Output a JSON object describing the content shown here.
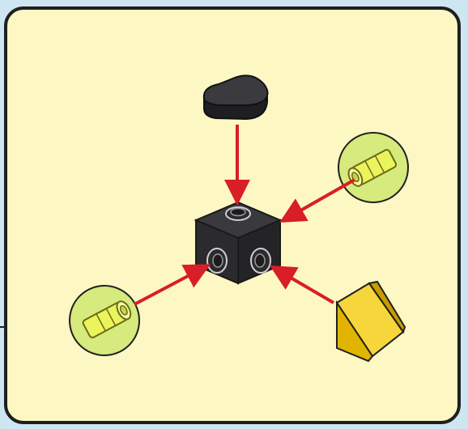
{
  "diagram": {
    "colors": {
      "background": "#cde6f2",
      "panel": "#fdf7c4",
      "outline": "#1f1f1f",
      "arrow": "#d81e27",
      "dark_part": "#2b2b2e",
      "pin_highlight": "#d6ea7d",
      "pin_body": "#ebf45a",
      "slope_part": "#f3c91e"
    },
    "parts": [
      {
        "name": "center-brick",
        "icon": "brick-1x1-studs-on-sides",
        "color": "dark"
      },
      {
        "name": "top-tile",
        "icon": "rounded-tile-1x1",
        "color": "dark"
      },
      {
        "name": "right-pin",
        "icon": "technic-pin-connector",
        "color": "yellow-green"
      },
      {
        "name": "left-pin",
        "icon": "technic-pin-connector",
        "color": "yellow-green"
      },
      {
        "name": "slope",
        "icon": "slope-1x1",
        "color": "yellow"
      }
    ],
    "arrows": [
      {
        "from": "top-tile",
        "to": "center-brick-top"
      },
      {
        "from": "right-pin",
        "to": "center-brick-right"
      },
      {
        "from": "left-pin",
        "to": "center-brick-front-left"
      },
      {
        "from": "slope",
        "to": "center-brick-front-right"
      }
    ]
  }
}
